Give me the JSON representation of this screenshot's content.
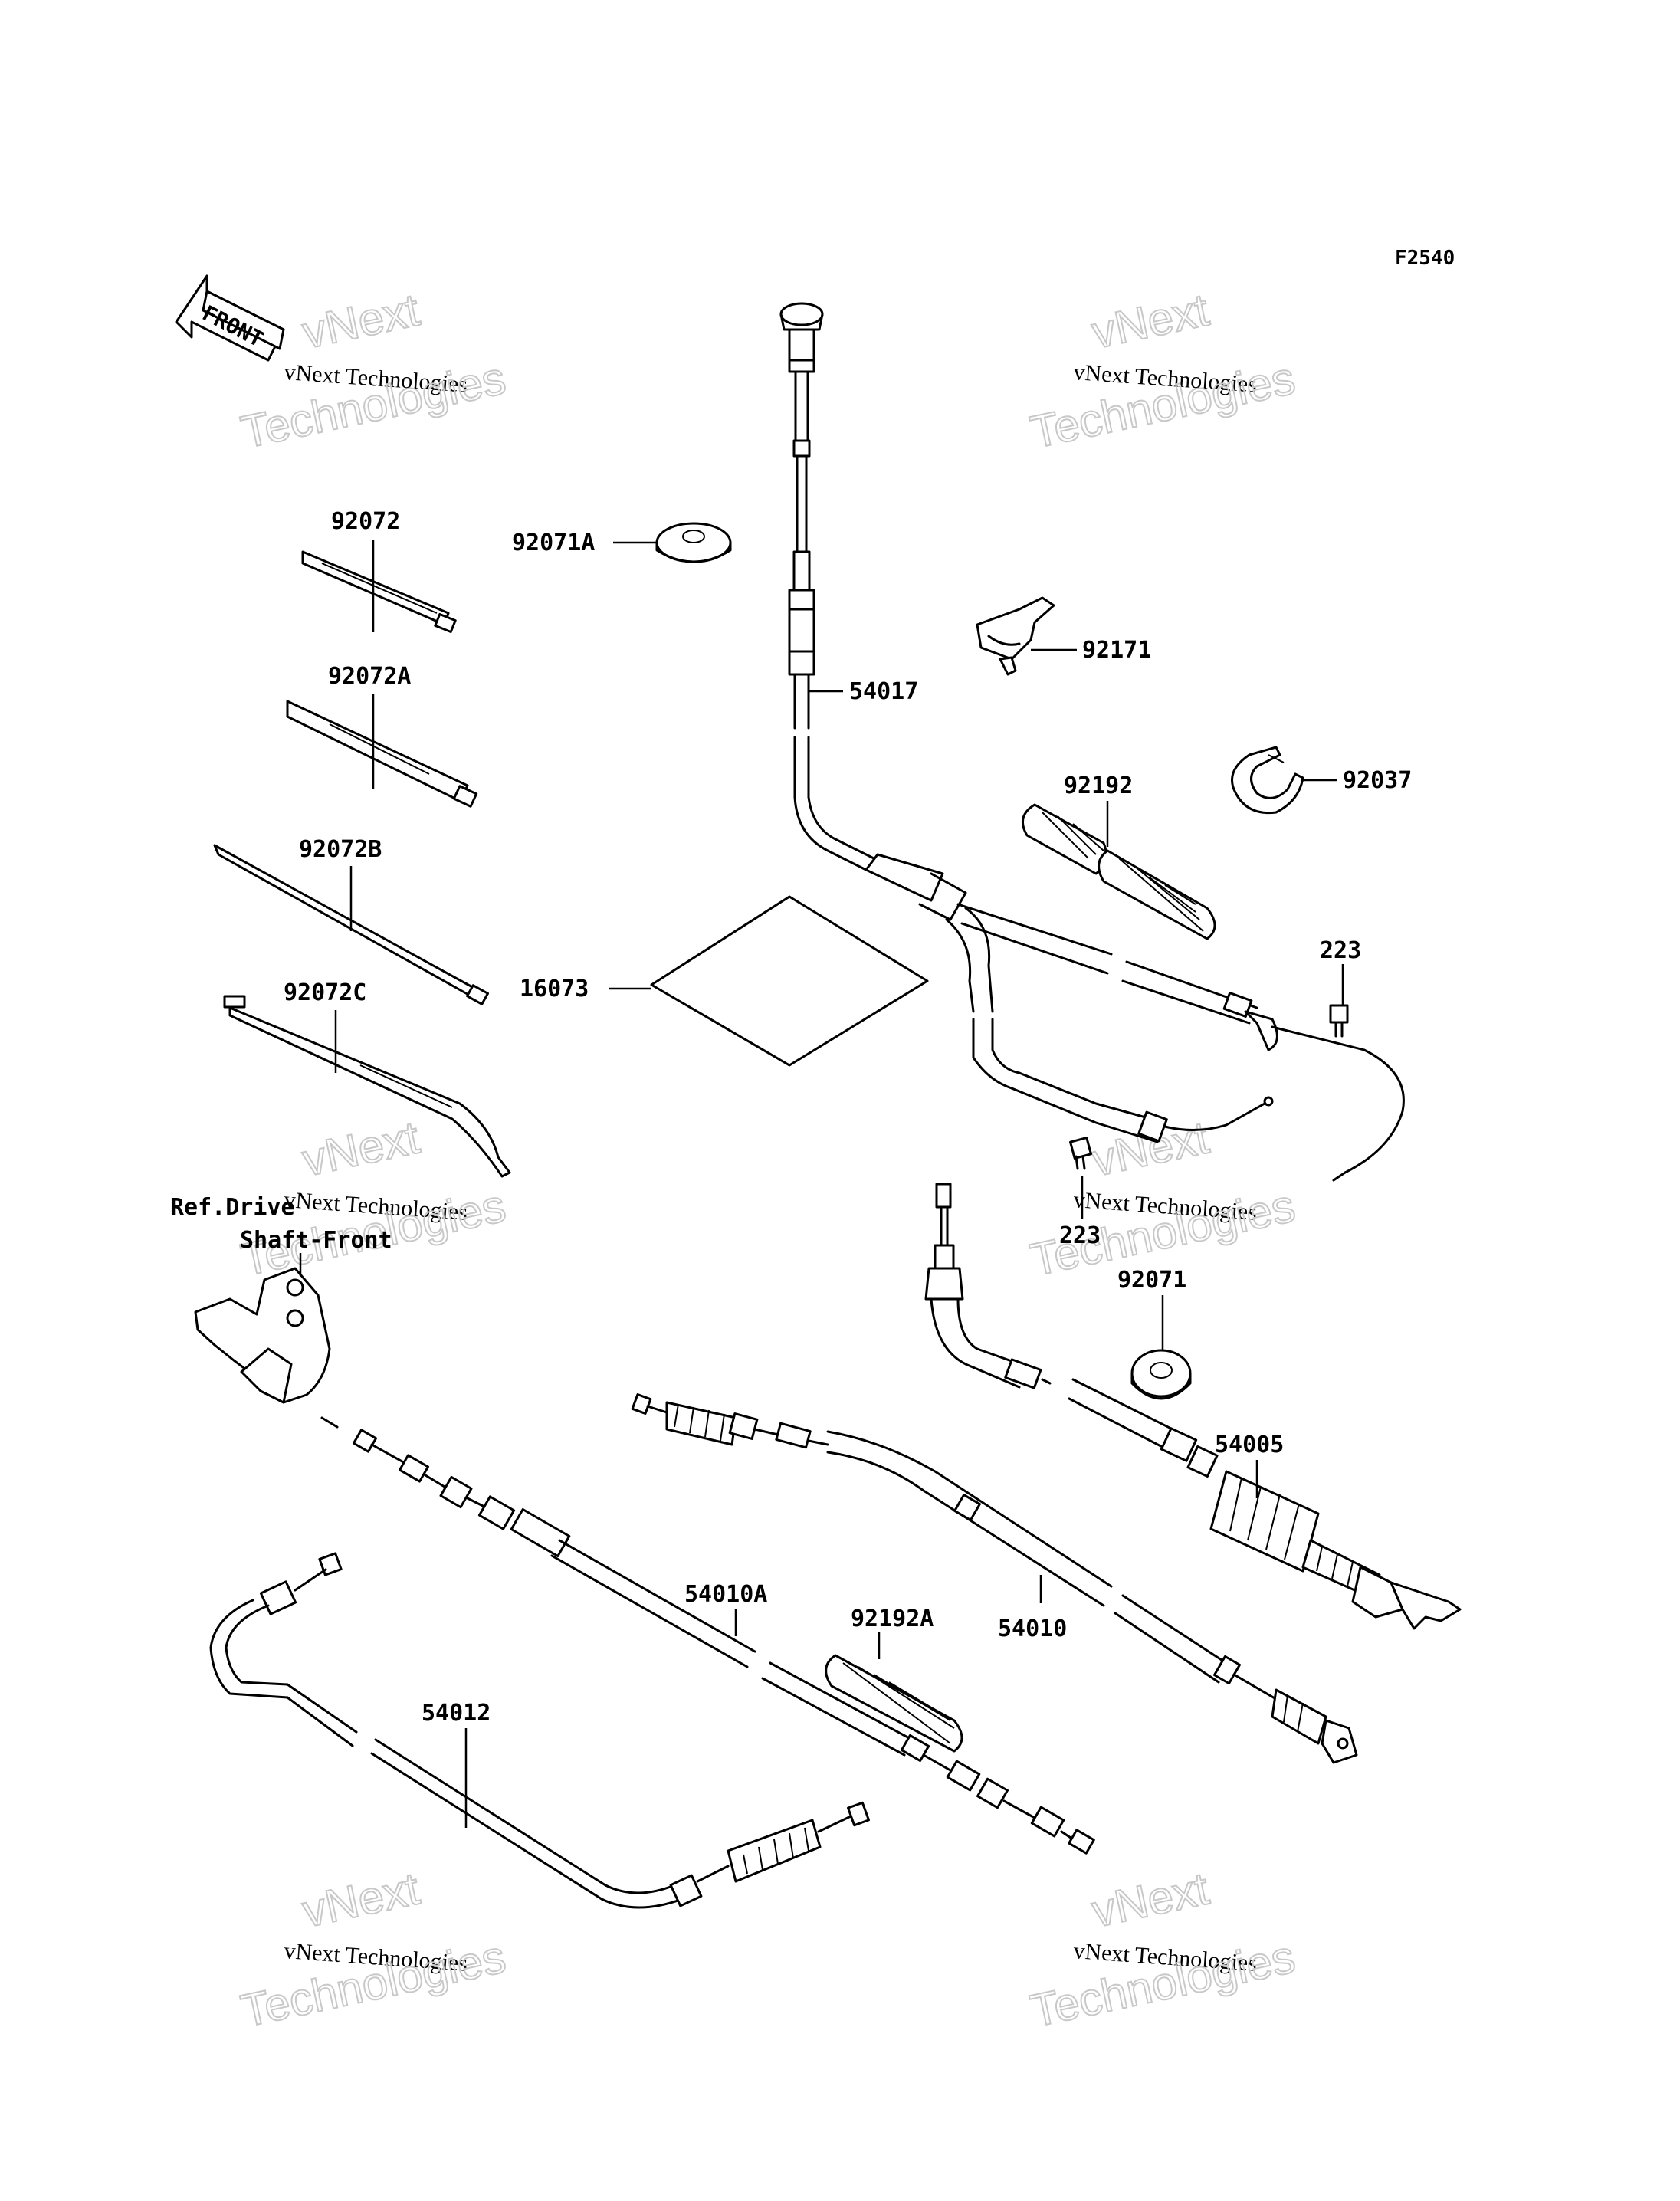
{
  "diagram_code": "F2540",
  "front_label": "FRONT",
  "ref_note": [
    "Ref.Drive",
    "Shaft-Front"
  ],
  "watermark": {
    "line1": "vNext",
    "line2": "vNext Technologies",
    "line3": "Technologies"
  },
  "parts": {
    "p92072": "92072",
    "p92072A": "92072A",
    "p92072B": "92072B",
    "p92072C": "92072C",
    "p92071A": "92071A",
    "p92171": "92171",
    "p54017": "54017",
    "p92037": "92037",
    "p92192": "92192",
    "p223a": "223",
    "p16073": "16073",
    "p223b": "223",
    "p92071": "92071",
    "p54005": "54005",
    "p54010A": "54010A",
    "p92192A": "92192A",
    "p54010": "54010",
    "p54012": "54012"
  }
}
